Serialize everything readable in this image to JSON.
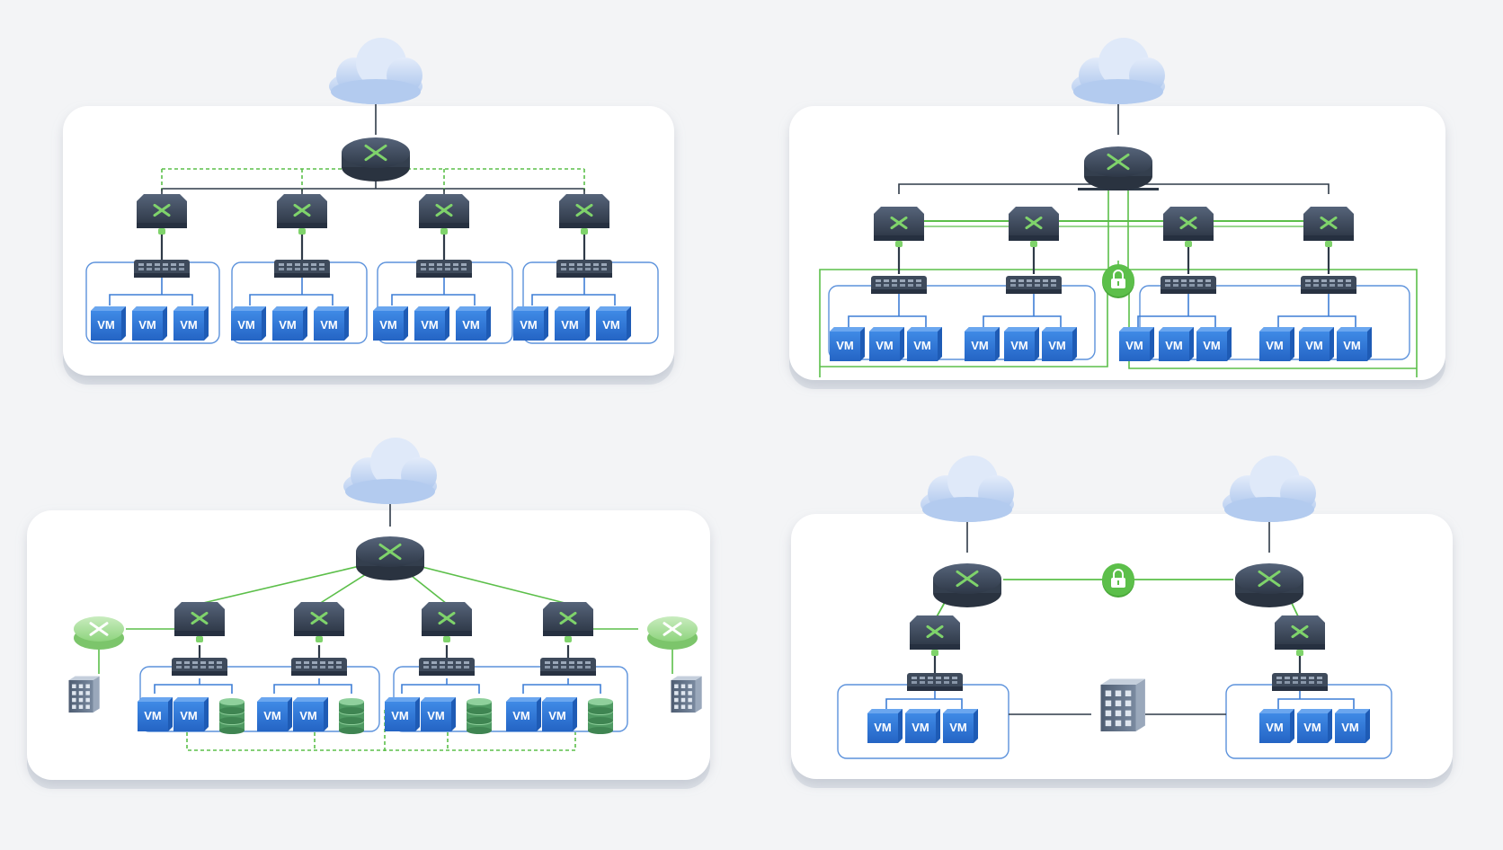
{
  "colors": {
    "background": "#f3f4f6",
    "panel": "#ffffff",
    "panel_shadow": "#d9dde3",
    "cloud": "#c7d8f3",
    "cloud_dark": "#9fb9e6",
    "router": "#3b4656",
    "router_top": "#4d5a6c",
    "accent_green": "#7fd36b",
    "link_green": "#5cbf4a",
    "link_dark": "#2f3a48",
    "group_blue": "#3f7fd6",
    "vm_blue": "#2f79d8",
    "vm_blue_top": "#5b9cec",
    "db_green": "#5aa86e",
    "building": "#5b6b80",
    "lock_green": "#5cbf4a"
  },
  "vm_label": "VM",
  "diagrams": [
    {
      "id": "hierarchical",
      "icons": [
        "cloud-icon",
        "core-router-icon",
        "distribution-switch-icon",
        "access-switch-icon",
        "vm-icon"
      ]
    },
    {
      "id": "segmented",
      "icons": [
        "cloud-icon",
        "core-router-icon",
        "distribution-switch-icon",
        "access-switch-icon",
        "lock-icon",
        "vm-icon"
      ]
    },
    {
      "id": "hybrid",
      "icons": [
        "cloud-icon",
        "core-router-icon",
        "edge-router-icon",
        "building-icon",
        "database-icon",
        "vm-icon"
      ]
    },
    {
      "id": "multi-cloud",
      "icons": [
        "cloud-icon",
        "core-router-icon",
        "lock-icon",
        "building-icon",
        "vm-icon"
      ]
    }
  ]
}
